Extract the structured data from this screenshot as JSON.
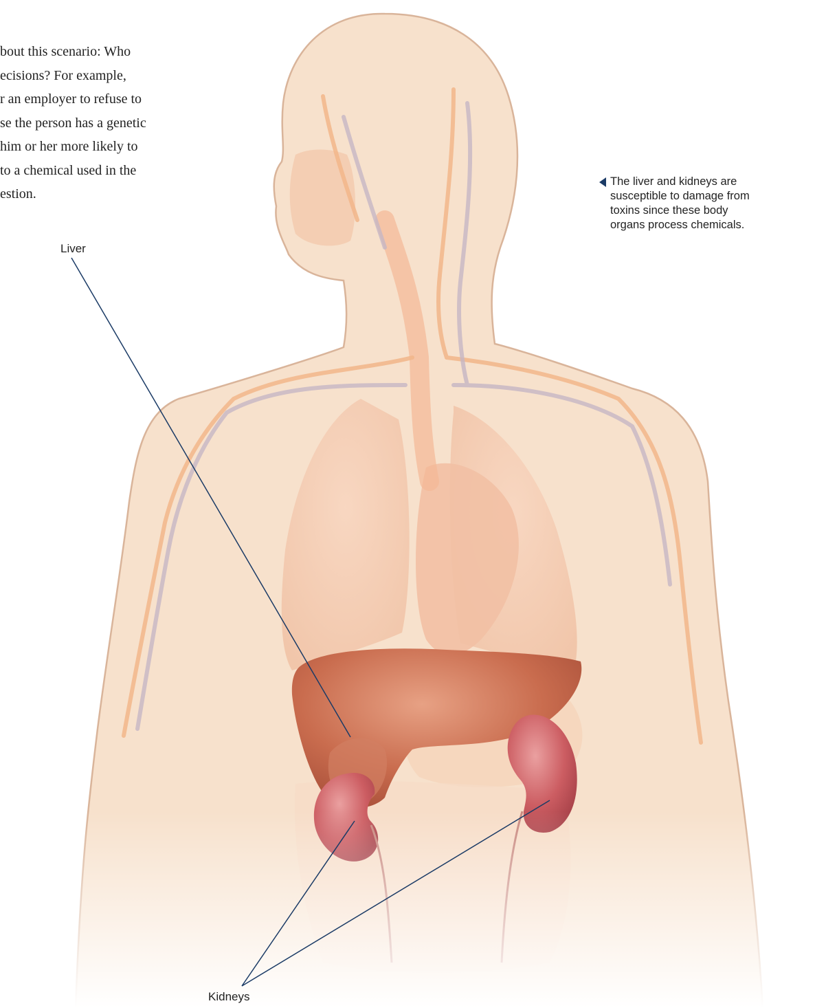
{
  "body_text": {
    "lines": [
      "bout this scenario: Who",
      "ecisions? For example,",
      "r an employer to refuse to",
      "se the person has a genetic",
      "him or her more likely to",
      "to a chemical used in the",
      "estion."
    ]
  },
  "caption": {
    "lines": [
      "The liver and kidneys are",
      "susceptible to damage from",
      "toxins since these body",
      "organs process chemicals."
    ]
  },
  "labels": {
    "liver": "Liver",
    "kidneys": "Kidneys"
  },
  "colors": {
    "skin": "#f6dcc4",
    "outline": "#d9b49a",
    "vessel_orange": "#f2b68a",
    "vessel_gray": "#c6b6c4",
    "liver": "#c76547",
    "kidney": "#c95559",
    "leader_line": "#1b3b66"
  }
}
